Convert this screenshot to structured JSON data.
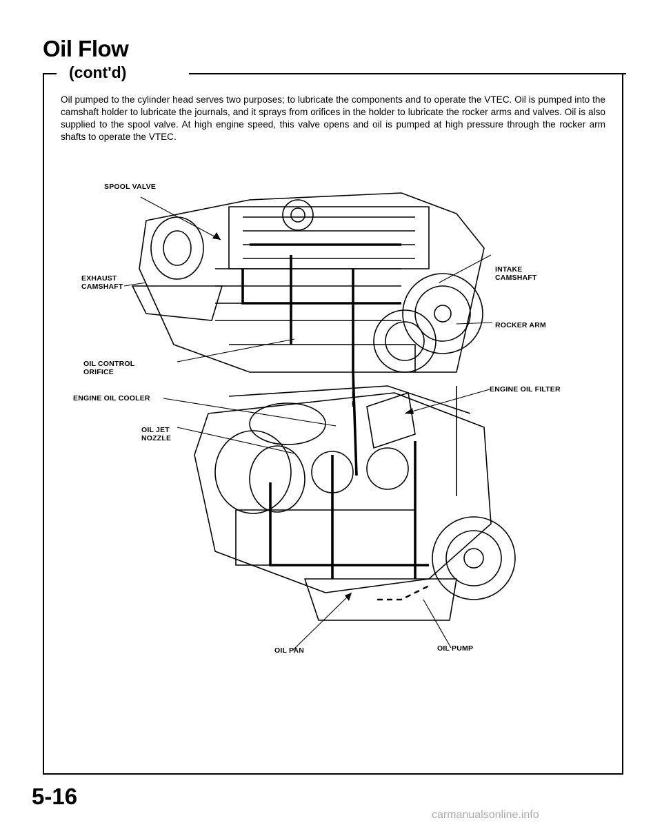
{
  "header": {
    "title": "Oil Flow",
    "subtitle": "(cont'd)"
  },
  "body_text": "Oil pumped to the cylinder head serves two purposes; to lubricate the components and to operate the VTEC. Oil is pumped into the camshaft holder to lubricate the journals, and it sprays from orifices in the holder to lubricate the rocker arms and valves. Oil is also supplied to the spool valve. At high engine speed, this valve opens and oil is pumped at high pressure through the rocker arm shafts to operate the VTEC.",
  "labels": {
    "spool_valve": "SPOOL VALVE",
    "exhaust_camshaft": "EXHAUST\nCAMSHAFT",
    "intake_camshaft": "INTAKE\nCAMSHAFT",
    "rocker_arm": "ROCKER ARM",
    "oil_control_orifice": "OIL CONTROL\nORIFICE",
    "engine_oil_cooler": "ENGINE OIL COOLER",
    "engine_oil_filter": "ENGINE OIL FILTER",
    "oil_jet_nozzle": "OIL JET\nNOZZLE",
    "oil_pan": "OIL PAN",
    "oil_pump": "OIL PUMP"
  },
  "footer": {
    "page_number": "5-16",
    "watermark": "carmanualsonline.info"
  }
}
